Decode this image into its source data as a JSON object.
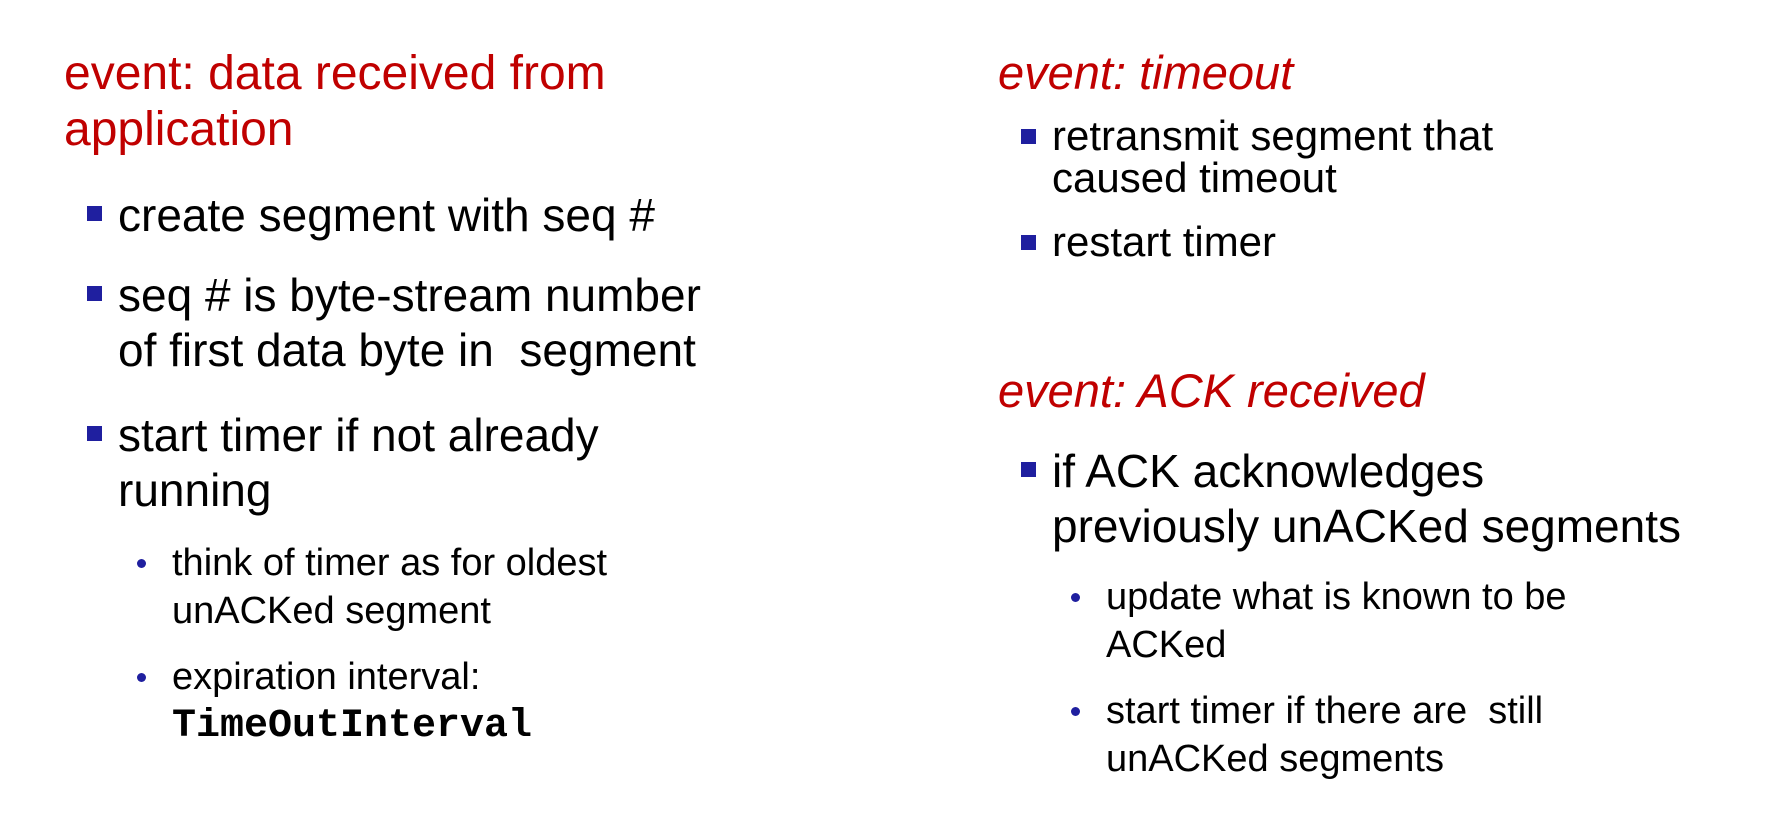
{
  "left": {
    "heading_line1": "event: data received from",
    "heading_line2": "application",
    "bullets": [
      {
        "line1": "create segment with seq #"
      },
      {
        "line1": "seq # is byte-stream number",
        "line2": "of first data byte in  segment"
      },
      {
        "line1": "start timer if not already",
        "line2": "running"
      }
    ],
    "sub_bullets": [
      {
        "line1": "think of timer as for oldest",
        "line2": "unACKed segment"
      },
      {
        "line1": "expiration interval:",
        "line2": "TimeOutInterval"
      }
    ]
  },
  "right": {
    "timeout": {
      "heading": "event: timeout",
      "bullets": [
        {
          "line1": "retransmit segment that",
          "line2": "caused timeout"
        },
        {
          "line1": "restart timer"
        }
      ]
    },
    "ack": {
      "heading": "event: ACK received",
      "bullets": [
        {
          "line1": "if ACK acknowledges",
          "line2": "previously unACKed segments"
        }
      ],
      "sub_bullets": [
        {
          "line1": "update what is known to be",
          "line2": "ACKed"
        },
        {
          "line1": "start timer if there are  still",
          "line2": "unACKed segments"
        }
      ]
    }
  },
  "colors": {
    "heading": "#c00000",
    "bullet_marker": "#1f1f9f",
    "text": "#000000"
  }
}
